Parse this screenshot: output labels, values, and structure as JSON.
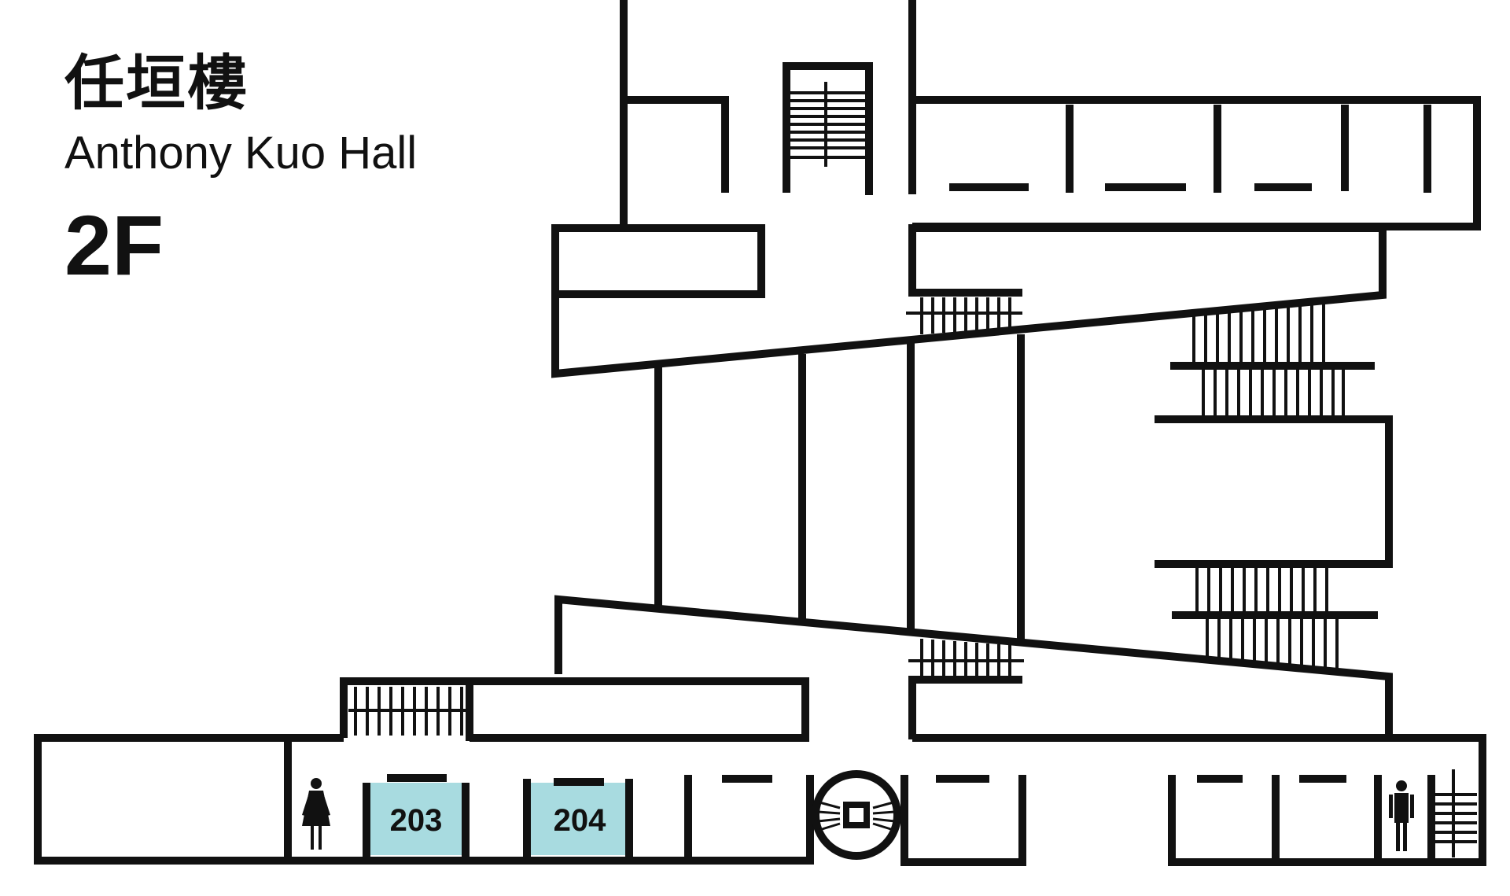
{
  "building": {
    "name_zh": "任垣樓",
    "name_en": "Anthony Kuo Hall",
    "floor": "2F"
  },
  "rooms": [
    {
      "id": "203",
      "label": "203",
      "highlight_color": "#a8dbe0"
    },
    {
      "id": "204",
      "label": "204",
      "highlight_color": "#a8dbe0"
    }
  ],
  "icons": {
    "women_restroom": "female-restroom-icon",
    "men_restroom": "male-restroom-icon",
    "elevator": "elevator-icon"
  },
  "colors": {
    "wall": "#111111",
    "room_highlight": "#a8dbe0",
    "background": "#ffffff"
  }
}
